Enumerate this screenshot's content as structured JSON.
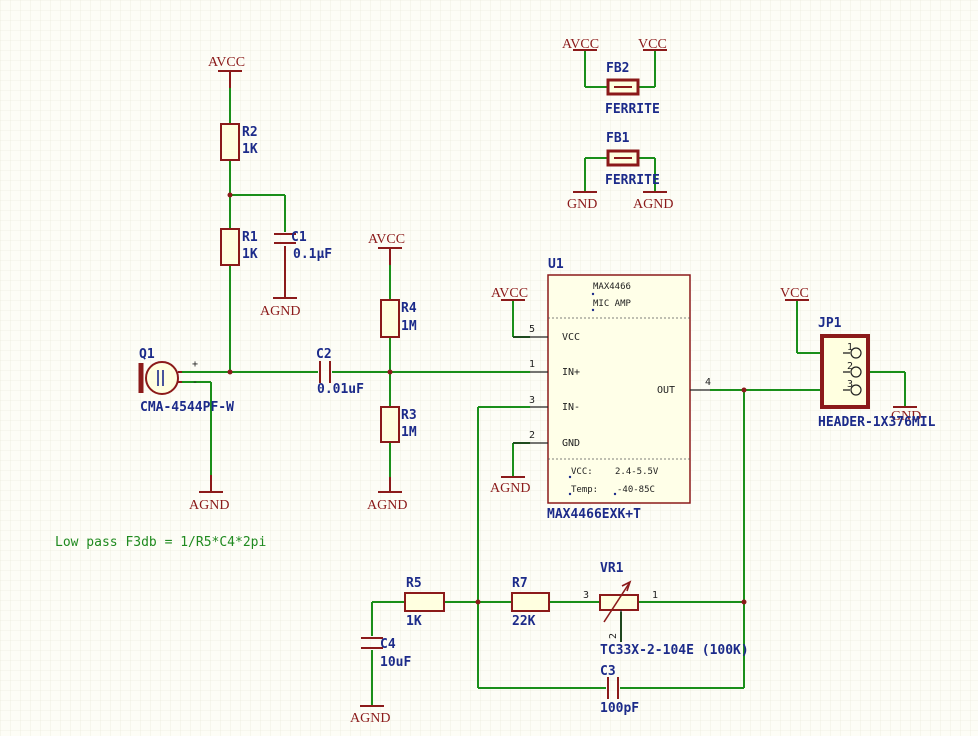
{
  "power": {
    "avcc": "AVCC",
    "vcc": "VCC",
    "gnd": "GND",
    "agnd": "AGND"
  },
  "components": {
    "r1": {
      "designator": "R1",
      "value": "1K"
    },
    "r2": {
      "designator": "R2",
      "value": "1K"
    },
    "r3": {
      "designator": "R3",
      "value": "1M"
    },
    "r4": {
      "designator": "R4",
      "value": "1M"
    },
    "r5": {
      "designator": "R5",
      "value": "1K"
    },
    "r7": {
      "designator": "R7",
      "value": "22K"
    },
    "c1": {
      "designator": "C1",
      "value": "0.1µF"
    },
    "c2": {
      "designator": "C2",
      "value": "0.01uF"
    },
    "c3": {
      "designator": "C3",
      "value": "100pF"
    },
    "c4": {
      "designator": "C4",
      "value": "10uF"
    },
    "q1": {
      "designator": "Q1",
      "value": "CMA-4544PF-W",
      "plus": "+",
      "minus": "-"
    },
    "fb1": {
      "designator": "FB1",
      "value": "FERRITE"
    },
    "fb2": {
      "designator": "FB2",
      "value": "FERRITE"
    },
    "vr1": {
      "designator": "VR1",
      "value": "TC33X-2-104E (100K)",
      "pin1": "1",
      "pin2": "2",
      "pin3": "3"
    },
    "jp1": {
      "designator": "JP1",
      "value": "HEADER-1X376MIL",
      "pin1": "1",
      "pin2": "2",
      "pin3": "3"
    },
    "u1": {
      "designator": "U1",
      "value": "MAX4466EXK+T",
      "part": "MAX4466",
      "desc": "MIC AMP",
      "spec_vcc_label": "VCC:",
      "spec_vcc_value": "2.4-5.5V",
      "spec_temp_label": "Temp:",
      "spec_temp_value": "-40-85C",
      "pins": [
        {
          "num": "5",
          "name": "VCC"
        },
        {
          "num": "1",
          "name": "IN+"
        },
        {
          "num": "3",
          "name": "IN-"
        },
        {
          "num": "2",
          "name": "GND"
        },
        {
          "num": "4",
          "name": "OUT"
        }
      ]
    }
  },
  "note": "Low pass F3db = 1/R5*C4*2pi"
}
